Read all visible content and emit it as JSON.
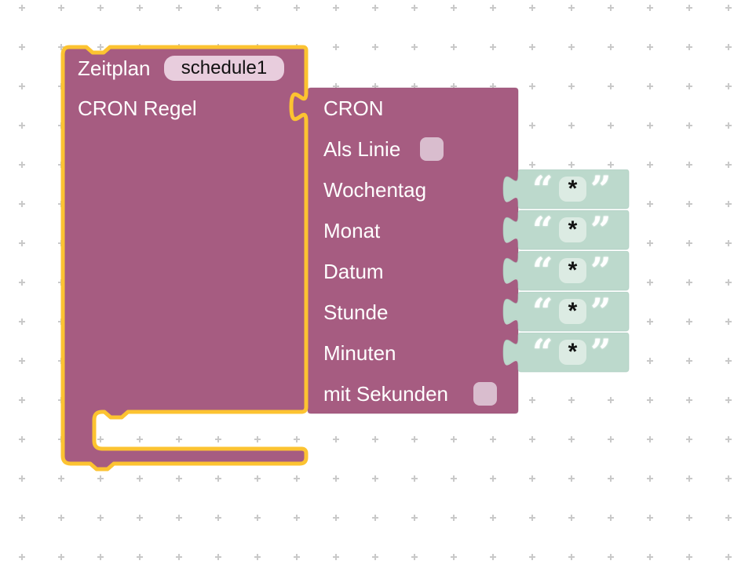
{
  "workspace": {
    "background": "#ffffff",
    "grid_color": "#c9c9c9"
  },
  "colors": {
    "block_purple": "#A65C81",
    "block_purple_edge": "#8F4D6E",
    "selected_outline_yellow": "#FCC331",
    "text_block_green": "#BCD9CC",
    "text_block_green_edge": "#A9C9BC",
    "name_field_bg": "#E8CDDD",
    "checkbox_bg": "#D9BDCE",
    "text_field_bg": "#DCEBE3",
    "label_text": "#ffffff",
    "field_text": "#111111"
  },
  "schedule_block": {
    "type_label": "Zeitplan",
    "name_field_value": "schedule1",
    "cron_rule_label": "CRON Regel",
    "selected": true
  },
  "cron_block": {
    "title": "CRON",
    "als_linie": {
      "label": "Als Linie",
      "checked": false
    },
    "value_rows": [
      {
        "label": "Wochentag"
      },
      {
        "label": "Monat"
      },
      {
        "label": "Datum"
      },
      {
        "label": "Stunde"
      },
      {
        "label": "Minuten"
      }
    ],
    "mit_sekunden": {
      "label": "mit Sekunden",
      "checked": false
    }
  },
  "text_block_style": {
    "quote_open": "“",
    "quote_close": "”"
  },
  "text_blocks": [
    {
      "value": "*"
    },
    {
      "value": "*"
    },
    {
      "value": "*"
    },
    {
      "value": "*"
    },
    {
      "value": "*"
    }
  ]
}
